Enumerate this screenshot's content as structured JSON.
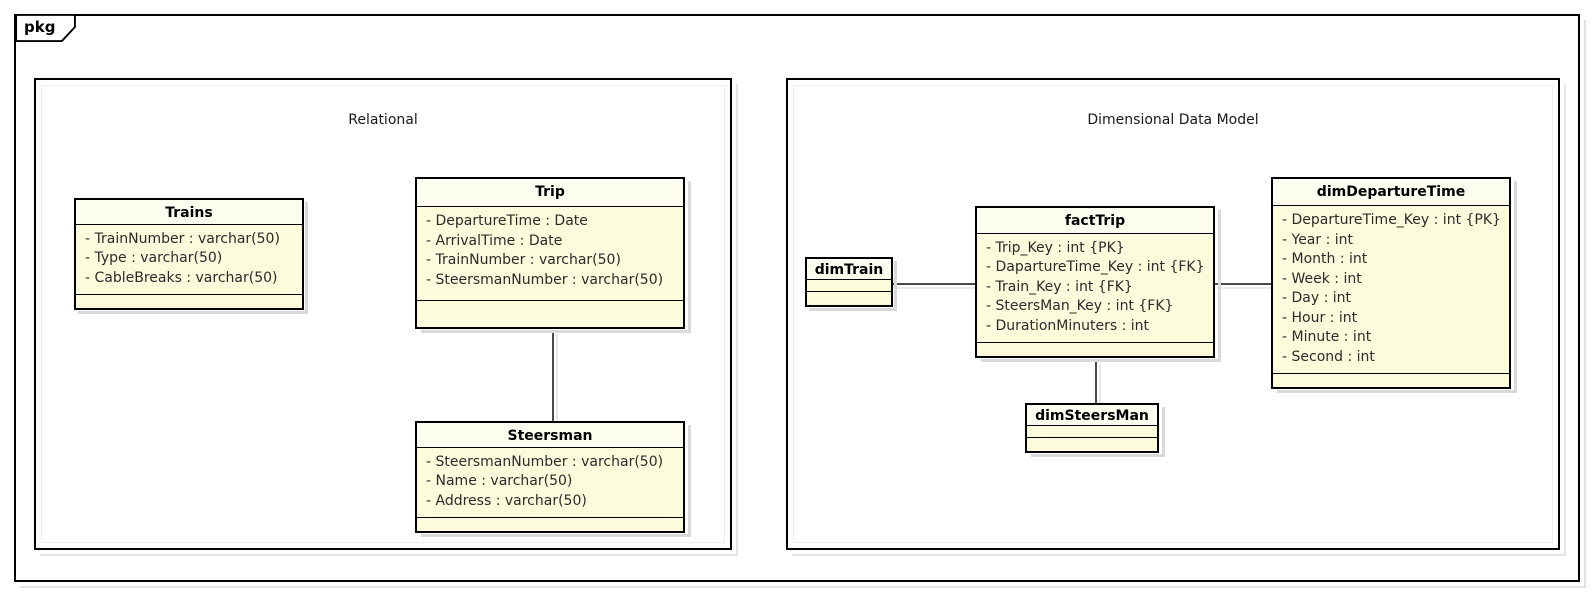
{
  "diagram": {
    "type": "uml-class-diagram",
    "package_label": "pkg",
    "frames": [
      {
        "id": "relational",
        "label": "Relational"
      },
      {
        "id": "dimensional",
        "label": "Dimensional Data Model"
      }
    ]
  },
  "classes": {
    "trains": {
      "name": "Trains",
      "attributes": [
        "- TrainNumber : varchar(50)",
        "- Type : varchar(50)",
        "- CableBreaks : varchar(50)"
      ],
      "operations": []
    },
    "trip": {
      "name": "Trip",
      "attributes": [
        "- DepartureTime : Date",
        "- ArrivalTime : Date",
        "- TrainNumber : varchar(50)",
        "- SteersmanNumber : varchar(50)"
      ],
      "operations": []
    },
    "steersman": {
      "name": "Steersman",
      "attributes": [
        "- SteersmanNumber : varchar(50)",
        "- Name : varchar(50)",
        "- Address : varchar(50)"
      ],
      "operations": []
    },
    "dimtrain": {
      "name": "dimTrain",
      "attributes": [],
      "operations": []
    },
    "facttrip": {
      "name": "factTrip",
      "attributes": [
        "- Trip_Key : int {PK}",
        "- DapartureTime_Key : int {FK}",
        "- Train_Key : int {FK}",
        "- SteersMan_Key : int {FK}",
        "- DurationMinuters : int"
      ],
      "operations": []
    },
    "dimsteersman": {
      "name": "dimSteersMan",
      "attributes": [],
      "operations": []
    },
    "dimdeparturetime": {
      "name": "dimDepartureTime",
      "attributes": [
        "- DepartureTime_Key : int {PK}",
        "- Year : int",
        "- Month : int",
        "- Week : int",
        "- Day : int",
        "- Hour : int",
        "- Minute : int",
        "- Second : int"
      ],
      "operations": []
    }
  },
  "associations": [
    {
      "from": "trip",
      "to": "steersman",
      "orientation": "vertical"
    },
    {
      "from": "dimtrain",
      "to": "facttrip",
      "orientation": "horizontal"
    },
    {
      "from": "facttrip",
      "to": "dimdeparturetime",
      "orientation": "horizontal"
    },
    {
      "from": "facttrip",
      "to": "dimsteersman",
      "orientation": "vertical"
    }
  ],
  "colors": {
    "class_fill": "#fcfcdc",
    "class_title_fill": "#fdfdef",
    "border": "#000000",
    "connector": "#4a4a4a",
    "canvas": "#ffffff",
    "shadow": "#d9d9d9"
  }
}
